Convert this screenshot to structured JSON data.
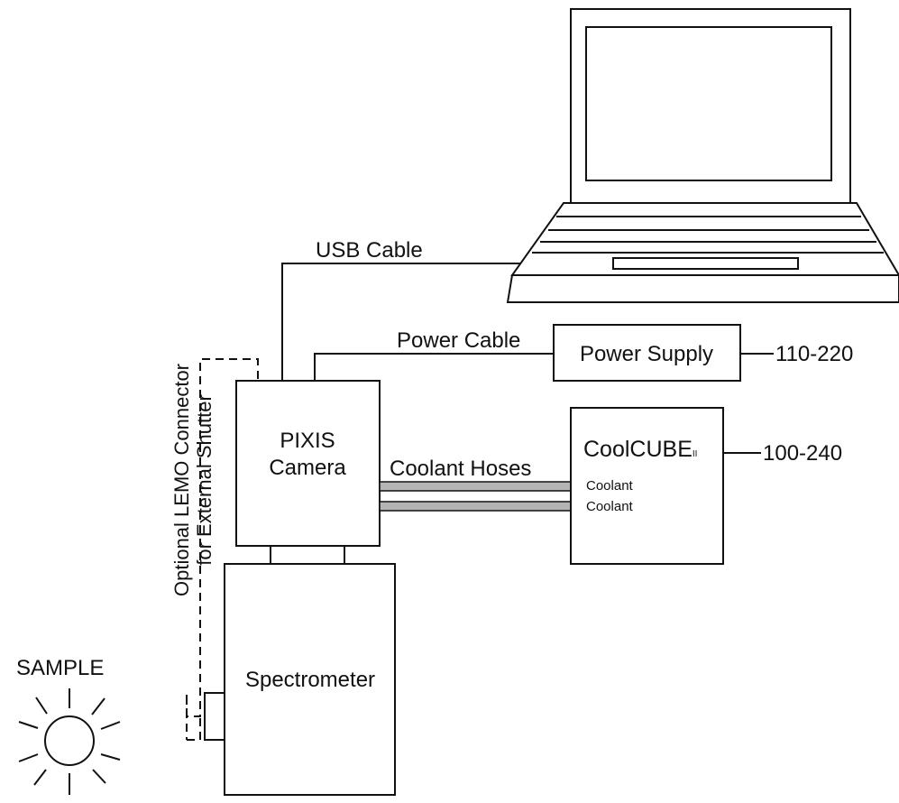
{
  "labels": {
    "usb_cable": "USB Cable",
    "power_cable": "Power Cable",
    "power_supply": "Power Supply",
    "power_supply_voltage": "110-220",
    "camera_line1": "PIXIS",
    "camera_line2": "Camera",
    "coolant_hoses": "Coolant Hoses",
    "coolcube_name": "CoolCUBE",
    "coolcube_subscript": "II",
    "coolcube_voltage": "100-240",
    "coolant_1": "Coolant",
    "coolant_2": "Coolant",
    "spectrometer": "Spectrometer",
    "sample": "SAMPLE",
    "lemo_line1": "Optional LEMO Connector",
    "lemo_line2": "for External Shutter"
  }
}
